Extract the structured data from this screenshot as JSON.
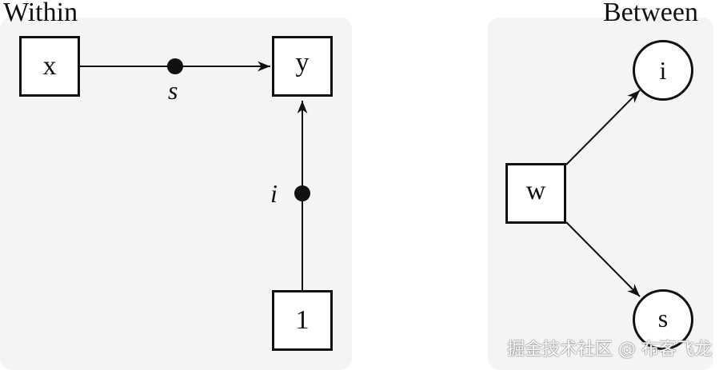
{
  "panels": {
    "within": {
      "title": "Within",
      "nodes": {
        "x": "x",
        "y": "y",
        "one": "1"
      },
      "edge_labels": {
        "s": "s",
        "i": "i"
      }
    },
    "between": {
      "title": "Between",
      "nodes": {
        "w": "w",
        "i": "i",
        "s": "s"
      }
    }
  },
  "watermark": "掘金技术社区 @ 布客飞龙",
  "colors": {
    "panel_bg": "#f4f4f4",
    "stroke": "#111111"
  }
}
